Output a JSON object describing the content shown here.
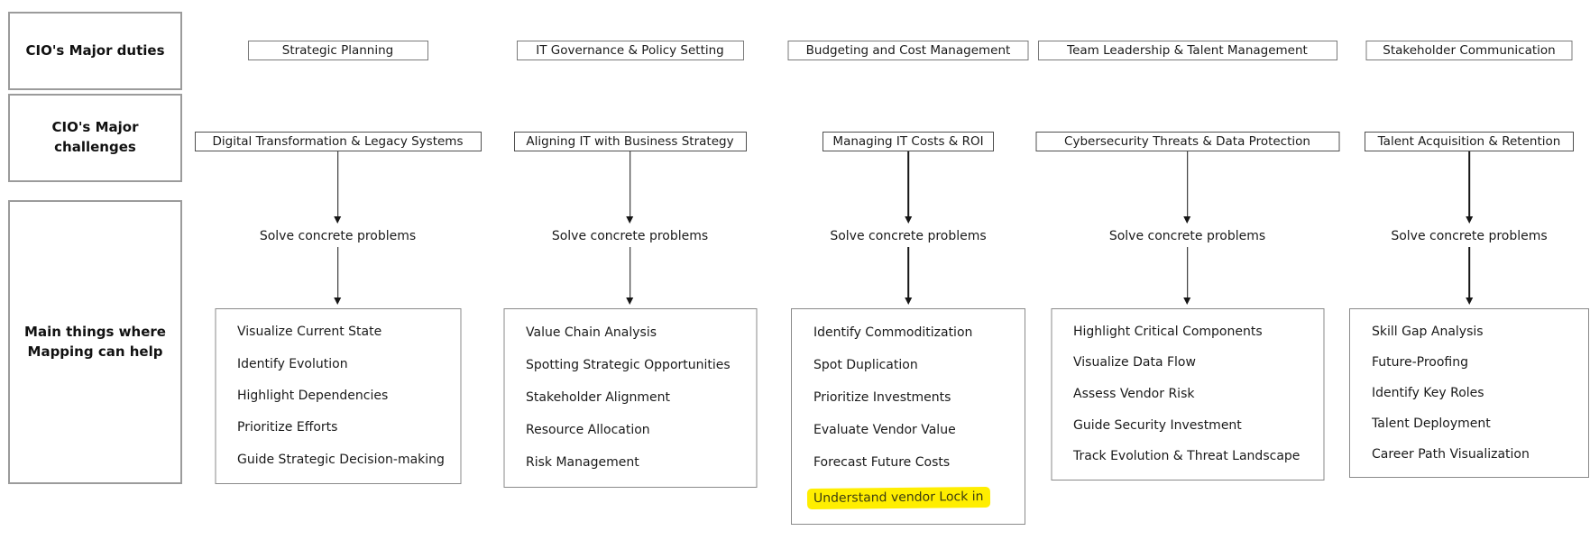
{
  "diagram": {
    "row_labels": [
      {
        "label": "CIO's Major duties"
      },
      {
        "label": "CIO's Major challenges"
      },
      {
        "label": "Main things where Mapping can help"
      }
    ],
    "solve_label": "Solve concrete problems",
    "highlight_color": "#ffee00",
    "columns": [
      {
        "duty": "Strategic Planning",
        "challenge": "Digital Transformation & Legacy Systems",
        "helps": [
          "Visualize Current State",
          "Identify Evolution",
          "Highlight Dependencies",
          "Prioritize Efforts",
          "Guide Strategic Decision-making"
        ]
      },
      {
        "duty": "IT Governance & Policy Setting",
        "challenge": "Aligning IT with Business Strategy",
        "helps": [
          "Value Chain Analysis",
          "Spotting Strategic Opportunities",
          "Stakeholder Alignment",
          "Resource Allocation",
          "Risk Management"
        ]
      },
      {
        "duty": "Budgeting and Cost Management",
        "challenge": "Managing IT Costs & ROI",
        "helps": [
          "Identify Commoditization",
          "Spot Duplication",
          "Prioritize Investments",
          "Evaluate Vendor Value",
          "Forecast Future Costs",
          "Understand vendor Lock in"
        ],
        "highlighted_item": "Understand vendor Lock in"
      },
      {
        "duty": "Team Leadership & Talent Management",
        "challenge": "Cybersecurity Threats & Data Protection",
        "helps": [
          "Highlight Critical Components",
          "Visualize Data Flow",
          "Assess Vendor Risk",
          "Guide Security Investment",
          "Track Evolution & Threat Landscape"
        ]
      },
      {
        "duty": "Stakeholder Communication",
        "challenge": "Talent Acquisition & Retention",
        "helps": [
          "Skill Gap Analysis",
          "Future-Proofing",
          "Identify Key Roles",
          "Talent Deployment",
          "Career Path Visualization"
        ]
      }
    ]
  }
}
